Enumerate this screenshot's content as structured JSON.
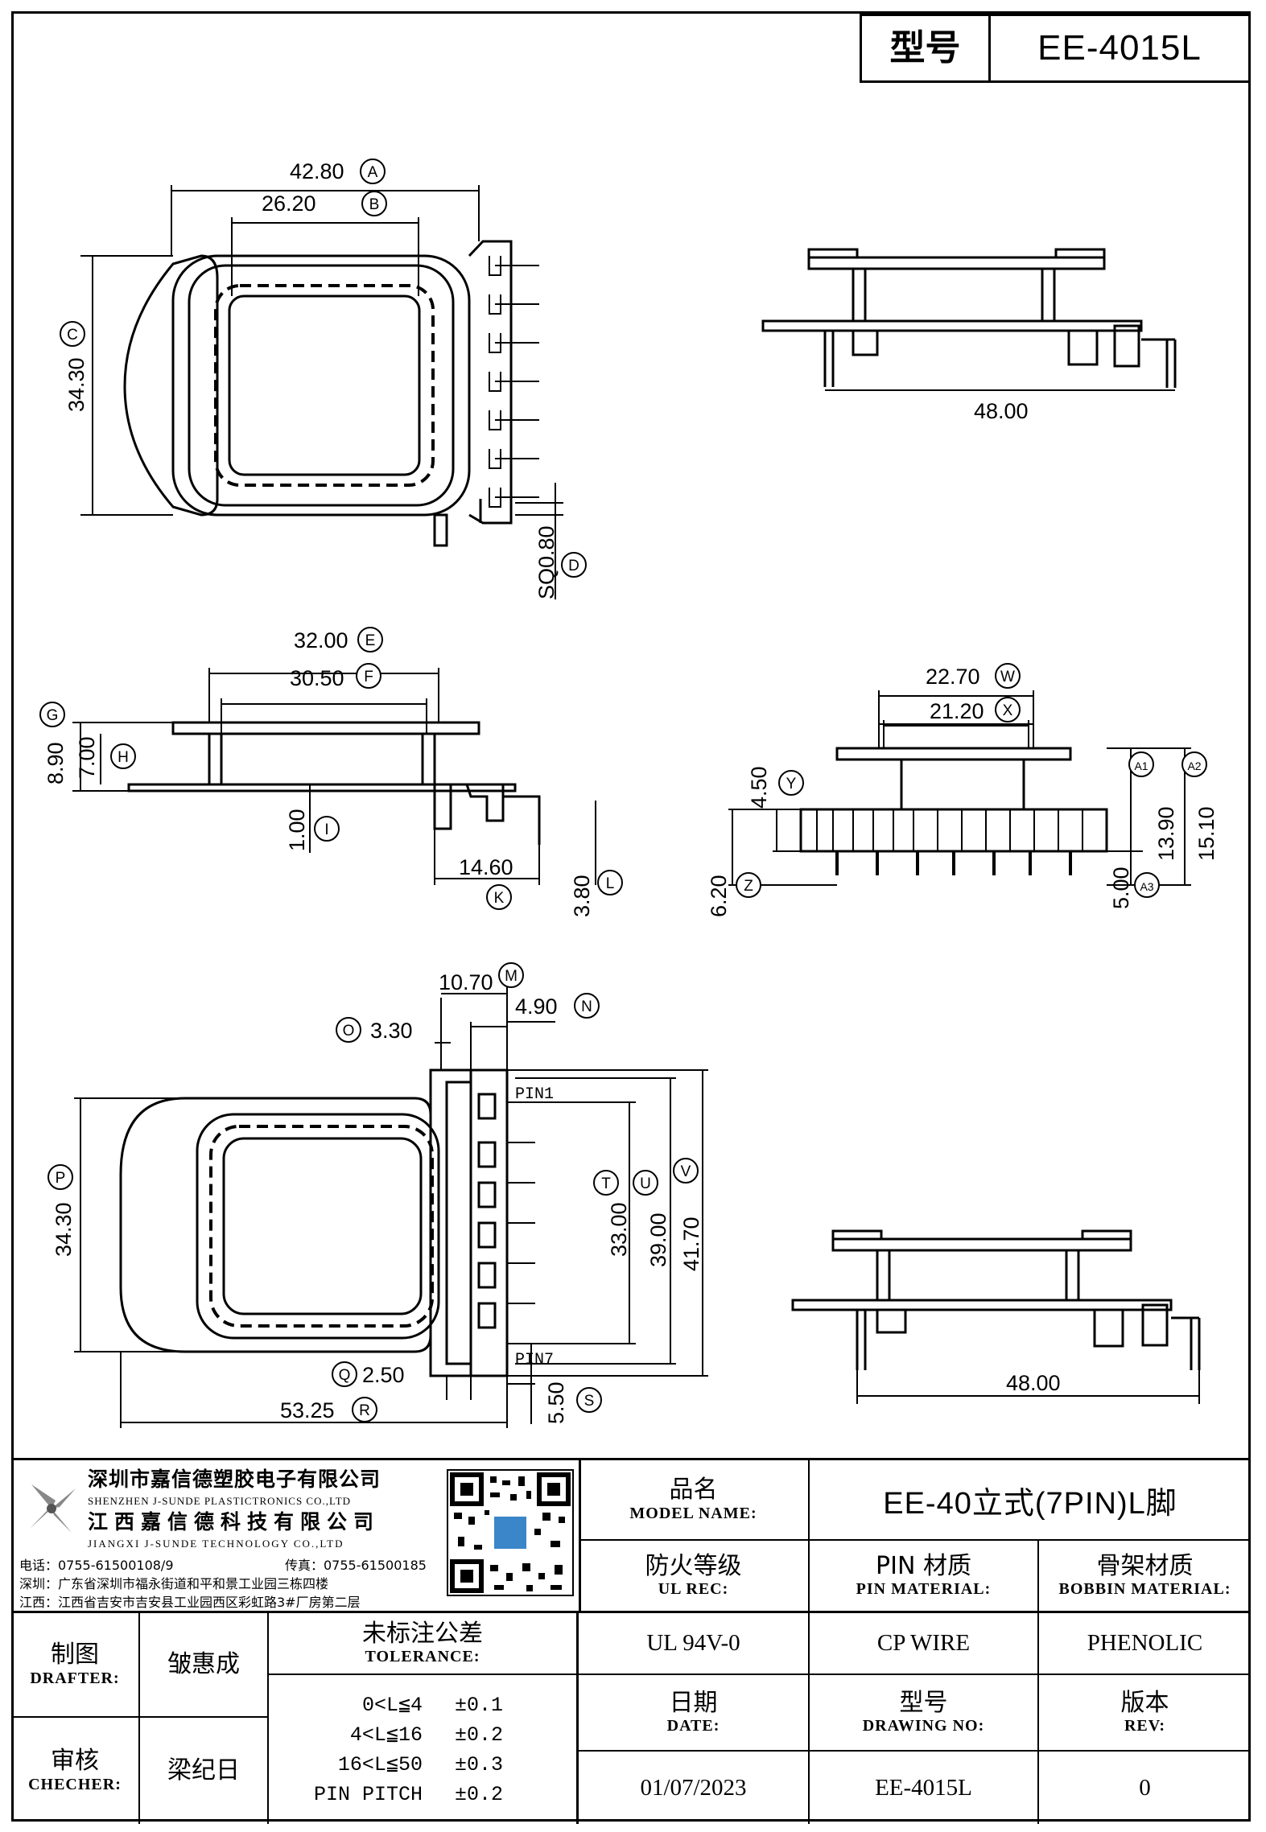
{
  "header": {
    "model_label": "型号",
    "model_value": "EE-4015L"
  },
  "dims": {
    "A": "42.80",
    "B": "26.20",
    "C": "34.30",
    "D": "SQ0.80",
    "E": "32.00",
    "F": "30.50",
    "G": "8.90",
    "H": "7.00",
    "I": "1.00",
    "K": "14.60",
    "L": "3.80",
    "W": "22.70",
    "X": "21.20",
    "Y": "4.50",
    "Z": "6.20",
    "A1": "13.90",
    "A2": "15.10",
    "A3": "5.00",
    "M": "10.70",
    "N": "4.90",
    "O": "3.30",
    "P": "34.30",
    "T": "33.00",
    "U": "39.00",
    "V": "41.70",
    "Q": "2.50",
    "R": "53.25",
    "S": "5.50",
    "side1": "48.00",
    "side2": "48.00",
    "pin1": "PIN1",
    "pin7": "PIN7"
  },
  "markers": [
    "A",
    "B",
    "C",
    "D",
    "E",
    "F",
    "G",
    "H",
    "I",
    "K",
    "L",
    "W",
    "X",
    "Y",
    "Z",
    "A1",
    "A2",
    "A3",
    "M",
    "N",
    "O",
    "P",
    "T",
    "U",
    "V",
    "Q",
    "R",
    "S"
  ],
  "company": {
    "cn1": "深圳市嘉信德塑胶电子有限公司",
    "en1": "SHENZHEN J-SUNDE PLASTICTRONICS CO.,LTD",
    "cn2": "江西嘉信德科技有限公司",
    "en2": "JIANGXI J-SUNDE TECHNOLOGY CO.,LTD",
    "tel": "电话：0755-61500108/9",
    "fax": "传真：0755-61500185",
    "addr_sz": "深圳：广东省深圳市福永街道和平和景工业园三栋四楼",
    "addr_jx": "江西：江西省吉安市吉安县工业园西区彩虹路3#厂房第二层"
  },
  "titleblock": {
    "model_name_cn": "品名",
    "model_name_en": "MODEL NAME:",
    "model_name_value": "EE-40立式(7PIN)L脚",
    "ul_cn": "防火等级",
    "ul_en": "UL REC:",
    "ul_value": "UL 94V-0",
    "pin_cn": "PIN 材质",
    "pin_en": "PIN MATERIAL:",
    "pin_value": "CP WIRE",
    "bobbin_cn": "骨架材质",
    "bobbin_en": "BOBBIN MATERIAL:",
    "bobbin_value": "PHENOLIC",
    "drafter_cn": "制图",
    "drafter_en": "DRAFTER:",
    "drafter_value": "皱惠成",
    "checker_cn": "审核",
    "checker_en": "CHECHER:",
    "checker_value": "梁纪日",
    "tol_cn": "未标注公差",
    "tol_en": "TOLERANCE:",
    "tolerances": [
      {
        "range": "0<L≦4",
        "value": "±0.1"
      },
      {
        "range": "4<L≦16",
        "value": "±0.2"
      },
      {
        "range": "16<L≦50",
        "value": "±0.3"
      },
      {
        "range": "PIN PITCH",
        "value": "±0.2"
      }
    ],
    "date_cn": "日期",
    "date_en": "DATE:",
    "date_value": "01/07/2023",
    "dwg_cn": "型号",
    "dwg_en": "DRAWING NO:",
    "dwg_value": "EE-4015L",
    "rev_cn": "版本",
    "rev_en": "REV:",
    "rev_value": "0"
  }
}
